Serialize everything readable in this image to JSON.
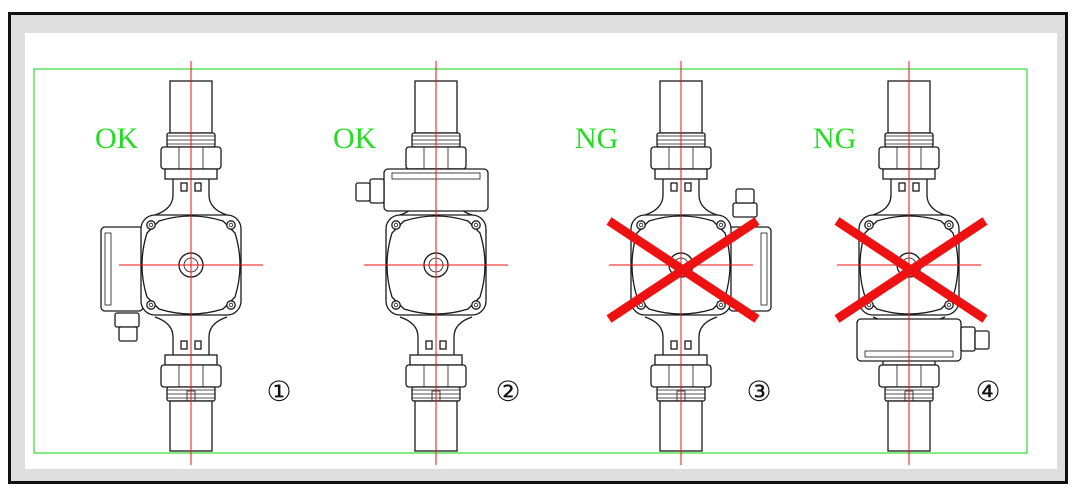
{
  "colors": {
    "frame": "#111111",
    "background": "#dedede",
    "panel": "#ffffff",
    "border_green": "#33dd33",
    "label_green": "#22dd22",
    "centerline": "#ee1111",
    "cross": "#ee1111",
    "outline": "#1a1a1a"
  },
  "icons": {
    "pump": "circulation-pump-icon",
    "cross": "cross-out-icon"
  },
  "pumps": [
    {
      "status": "OK",
      "number": "①",
      "box_position": "left",
      "crossed": false
    },
    {
      "status": "OK",
      "number": "②",
      "box_position": "top",
      "crossed": false
    },
    {
      "status": "NG",
      "number": "③",
      "box_position": "right",
      "crossed": true
    },
    {
      "status": "NG",
      "number": "④",
      "box_position": "bottom",
      "crossed": true
    }
  ]
}
